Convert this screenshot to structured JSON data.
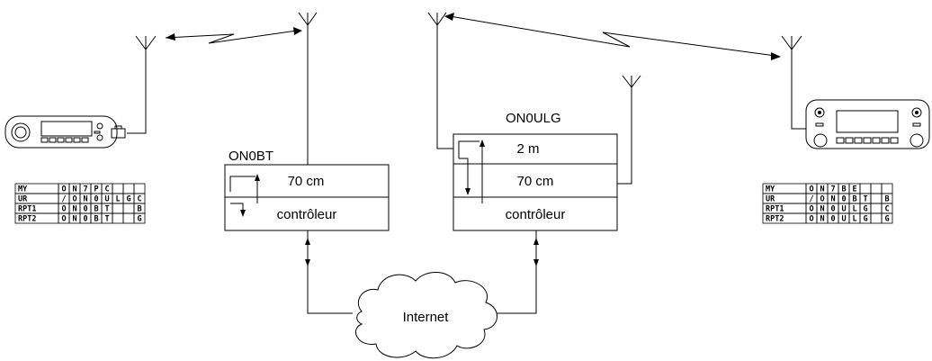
{
  "stations": {
    "left_name": "ON0BT",
    "right_name": "ON0ULG"
  },
  "left_repeater": {
    "band": "70 cm",
    "controller": "contrôleur"
  },
  "right_repeater": {
    "band_top": "2 m",
    "band_bottom": "70 cm",
    "controller": "contrôleur"
  },
  "cloud_label": "Internet",
  "left_table": [
    [
      "MY",
      "O",
      "N",
      "7",
      "P",
      "C",
      "",
      "",
      ""
    ],
    [
      "UR",
      "/",
      "O",
      "N",
      "0",
      "U",
      "L",
      "G",
      "C"
    ],
    [
      "RPT1",
      "O",
      "N",
      "0",
      "B",
      "T",
      "",
      "",
      "B"
    ],
    [
      "RPT2",
      "O",
      "N",
      "0",
      "B",
      "T",
      "",
      "",
      "G"
    ]
  ],
  "right_table": [
    [
      "MY",
      "O",
      "N",
      "7",
      "B",
      "E",
      "",
      "",
      ""
    ],
    [
      "UR",
      "/",
      "O",
      "N",
      "0",
      "B",
      "T",
      "",
      "B"
    ],
    [
      "RPT1",
      "O",
      "N",
      "0",
      "U",
      "L",
      "G",
      "",
      "C"
    ],
    [
      "RPT2",
      "O",
      "N",
      "0",
      "U",
      "L",
      "G",
      "",
      "G"
    ]
  ]
}
